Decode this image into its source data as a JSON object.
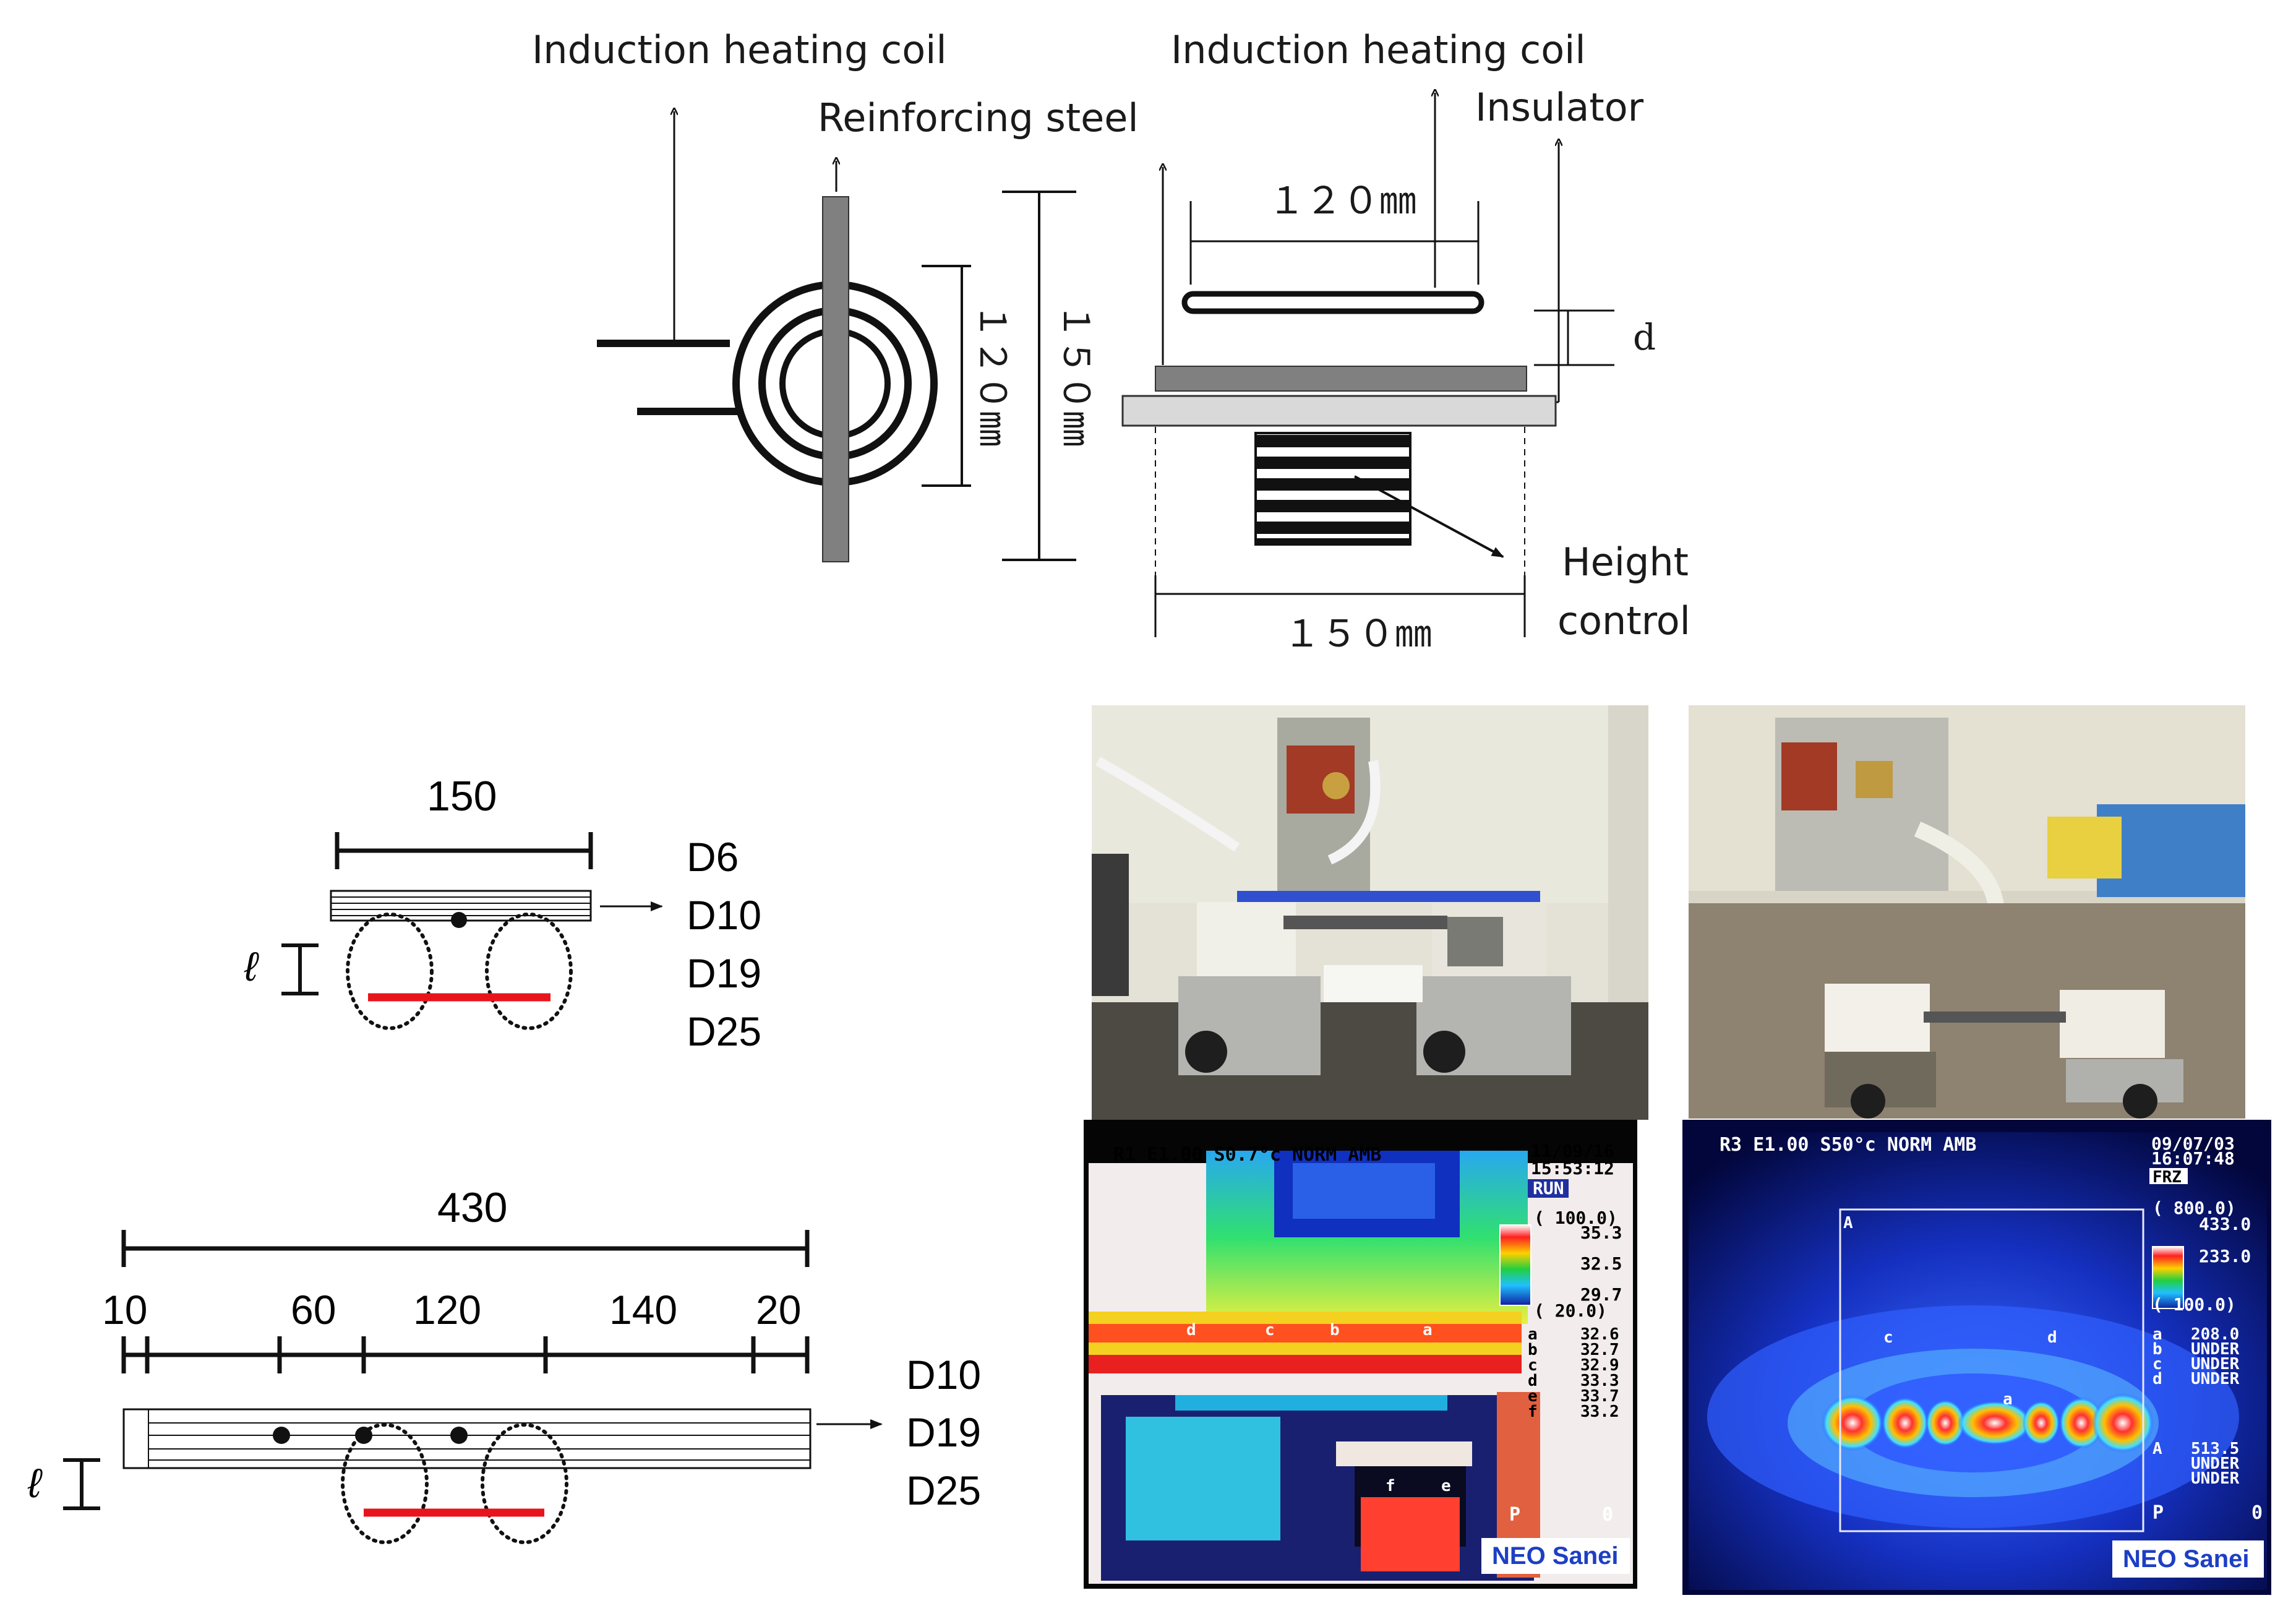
{
  "coil_diagram": {
    "coil_label_left": "Induction heating coil",
    "rebar_label": "Reinforcing steel",
    "coil_label_right": "Induction heating coil",
    "insulator_label": "Insulator",
    "inner_dim": "１２０㎜",
    "outer_dim": "１５０㎜",
    "top_dim": "１２０㎜",
    "gap_label": "d",
    "height_label_1": "Height",
    "height_label_2": "control",
    "bottom_dim": "１５０㎜"
  },
  "short_specimen": {
    "length": "150",
    "bar_sizes": [
      "D6",
      "D10",
      "D19",
      "D25"
    ],
    "gap_symbol": "ℓ"
  },
  "long_specimen": {
    "length": "430",
    "segments": [
      "10",
      "60",
      "120",
      "140",
      "20"
    ],
    "bar_sizes": [
      "D10",
      "D19",
      "D25"
    ],
    "gap_symbol": "ℓ"
  },
  "thermal_left": {
    "header": "R1 E1.00 S0.7°c   NORM AMB",
    "date": "11/09/16",
    "time": "15:53:12",
    "mode": "RUN",
    "scale_max": "( 100.0)",
    "scale_vals": [
      "35.3",
      "32.5",
      "29.7"
    ],
    "scale_min": "( 20.0)",
    "point_labels": [
      "a",
      "b",
      "c",
      "d",
      "e",
      "f"
    ],
    "point_values": [
      "32.6",
      "32.7",
      "32.9",
      "33.3",
      "33.7",
      "33.2"
    ],
    "p_label": "P",
    "p_value": "0",
    "brand": "NEO Sanei"
  },
  "thermal_right": {
    "header": "R3 E1.00 S50°c   NORM AMB",
    "date": "09/07/03",
    "time": "16:07:48",
    "mode": "FRZ",
    "scale_max": "( 800.0)",
    "scale_hi": "433.0",
    "scale_mid": "233.0",
    "scale_min": "( 100.0)",
    "point_labels": [
      "a",
      "b",
      "c",
      "d"
    ],
    "point_values": [
      "208.0",
      "UNDER",
      "UNDER",
      "UNDER"
    ],
    "area_label": "A",
    "area_values": [
      "513.5",
      "UNDER",
      "UNDER"
    ],
    "p_label": "P",
    "p_value": "0",
    "brand": "NEO Sanei"
  },
  "colors": {
    "heated_zone": "#e8141c",
    "insulator_gray": "#d9d9d9",
    "rebar_gray": "#808080",
    "brand_blue": "#1d3fc4"
  }
}
